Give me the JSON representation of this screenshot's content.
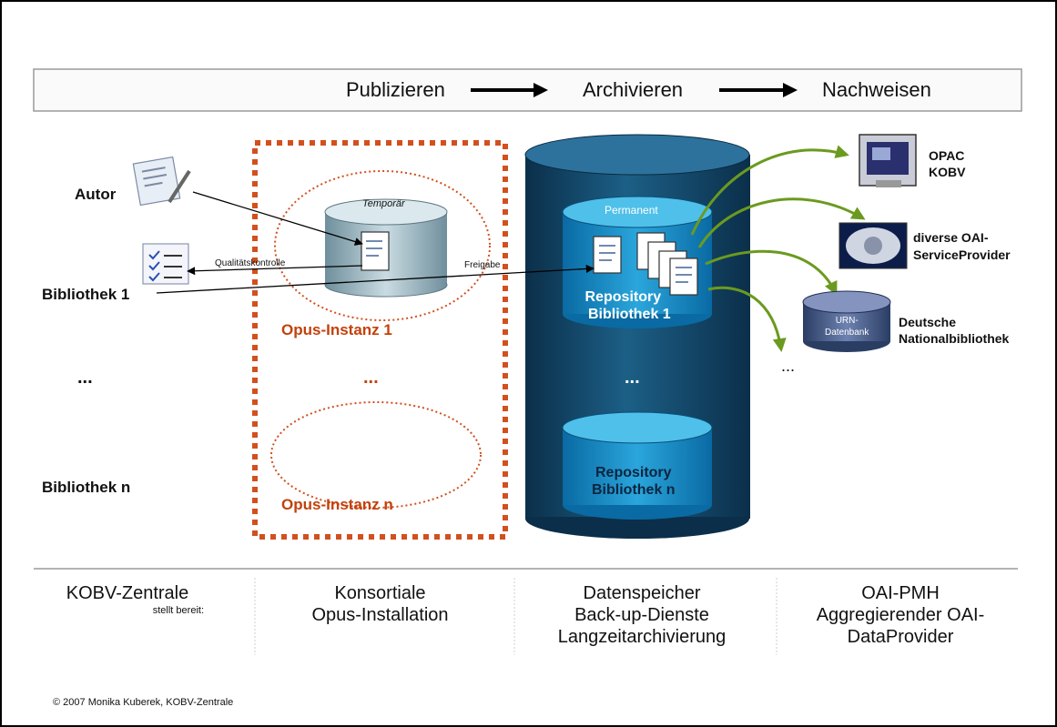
{
  "flow": {
    "step1": "Publizieren",
    "step2": "Archivieren",
    "step3": "Nachweisen"
  },
  "left": {
    "autor": "Autor",
    "bib1": "Bibliothek 1",
    "dots": "...",
    "bibn": "Bibliothek n"
  },
  "opus": {
    "temporaer": "Temporär",
    "instanz1": "Opus-Instanz 1",
    "dots": "...",
    "instanzn": "Opus-Instanz n"
  },
  "arrows": {
    "qualitaet": "Qualitätskontrolle",
    "freigabe": "Freigabe"
  },
  "archive": {
    "permanent": "Permanent",
    "repo1": [
      "Repository",
      "Bibliothek 1"
    ],
    "dots": "...",
    "repon": [
      "Repository",
      "Bibliothek n"
    ]
  },
  "right": {
    "opac": [
      "OPAC",
      "KOBV"
    ],
    "oai": [
      "diverse OAI-",
      "ServiceProvider"
    ],
    "urn": [
      "URN-",
      "Datenbank"
    ],
    "dnb": [
      "Deutsche",
      "Nationalbibliothek"
    ],
    "dots": "..."
  },
  "footer": {
    "col1": [
      "KOBV-Zentrale",
      "stellt bereit:"
    ],
    "col2": [
      "Konsortiale",
      "Opus-Installation"
    ],
    "col3": [
      "Datenspeicher",
      "Back-up-Dienste",
      "Langzeitarchivierung"
    ],
    "col4": [
      "OAI-PMH",
      "Aggregierender OAI-",
      "DataProvider"
    ]
  },
  "copyright": "© 2007 Monika Kuberek, KOBV-Zentrale",
  "colors": {
    "orange": "#d2501e",
    "cylinder_dark": "#0f3d5c",
    "cylinder_light": "#1a86b8",
    "green": "#6b9a1f"
  }
}
